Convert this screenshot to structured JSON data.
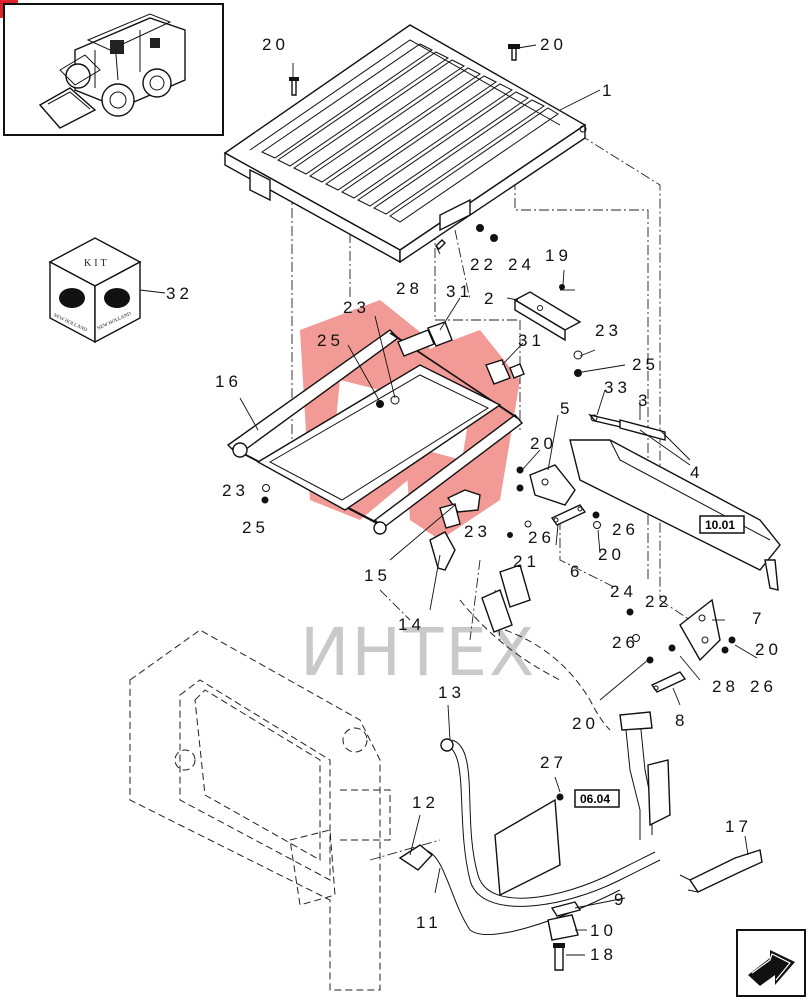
{
  "labels": {
    "l1": "1",
    "l2": "2",
    "l3": "3",
    "l4": "4",
    "l5": "5",
    "l6": "6",
    "l7": "7",
    "l8": "8",
    "l9": "9",
    "l10": "10",
    "l11": "11",
    "l12": "12",
    "l13": "13",
    "l14": "14",
    "l15": "15",
    "l16": "16",
    "l17": "17",
    "l18": "18",
    "l19": "19",
    "l20a": "20",
    "l20b": "20",
    "l20c": "20",
    "l20d": "20",
    "l20e": "20",
    "l20f": "20",
    "l21": "21",
    "l22a": "22",
    "l22b": "22",
    "l23a": "23",
    "l23b": "23",
    "l23c": "23",
    "l23d": "23",
    "l24a": "24",
    "l24b": "24",
    "l25a": "25",
    "l25b": "25",
    "l25c": "25",
    "l26a": "26",
    "l26b": "26",
    "l26c": "26",
    "l26d": "26",
    "l27": "27",
    "l28a": "28",
    "l28b": "28",
    "l31a": "31",
    "l31b": "31",
    "l32": "32",
    "l33": "33"
  },
  "refs": {
    "ref1": "10.01",
    "ref2": "06.04"
  },
  "kit_box": {
    "title": "KIT",
    "brand_text": "NEW HOLLAND"
  },
  "watermark": {
    "text": "ИНТЕХ",
    "logo_color": "#e8483f"
  }
}
